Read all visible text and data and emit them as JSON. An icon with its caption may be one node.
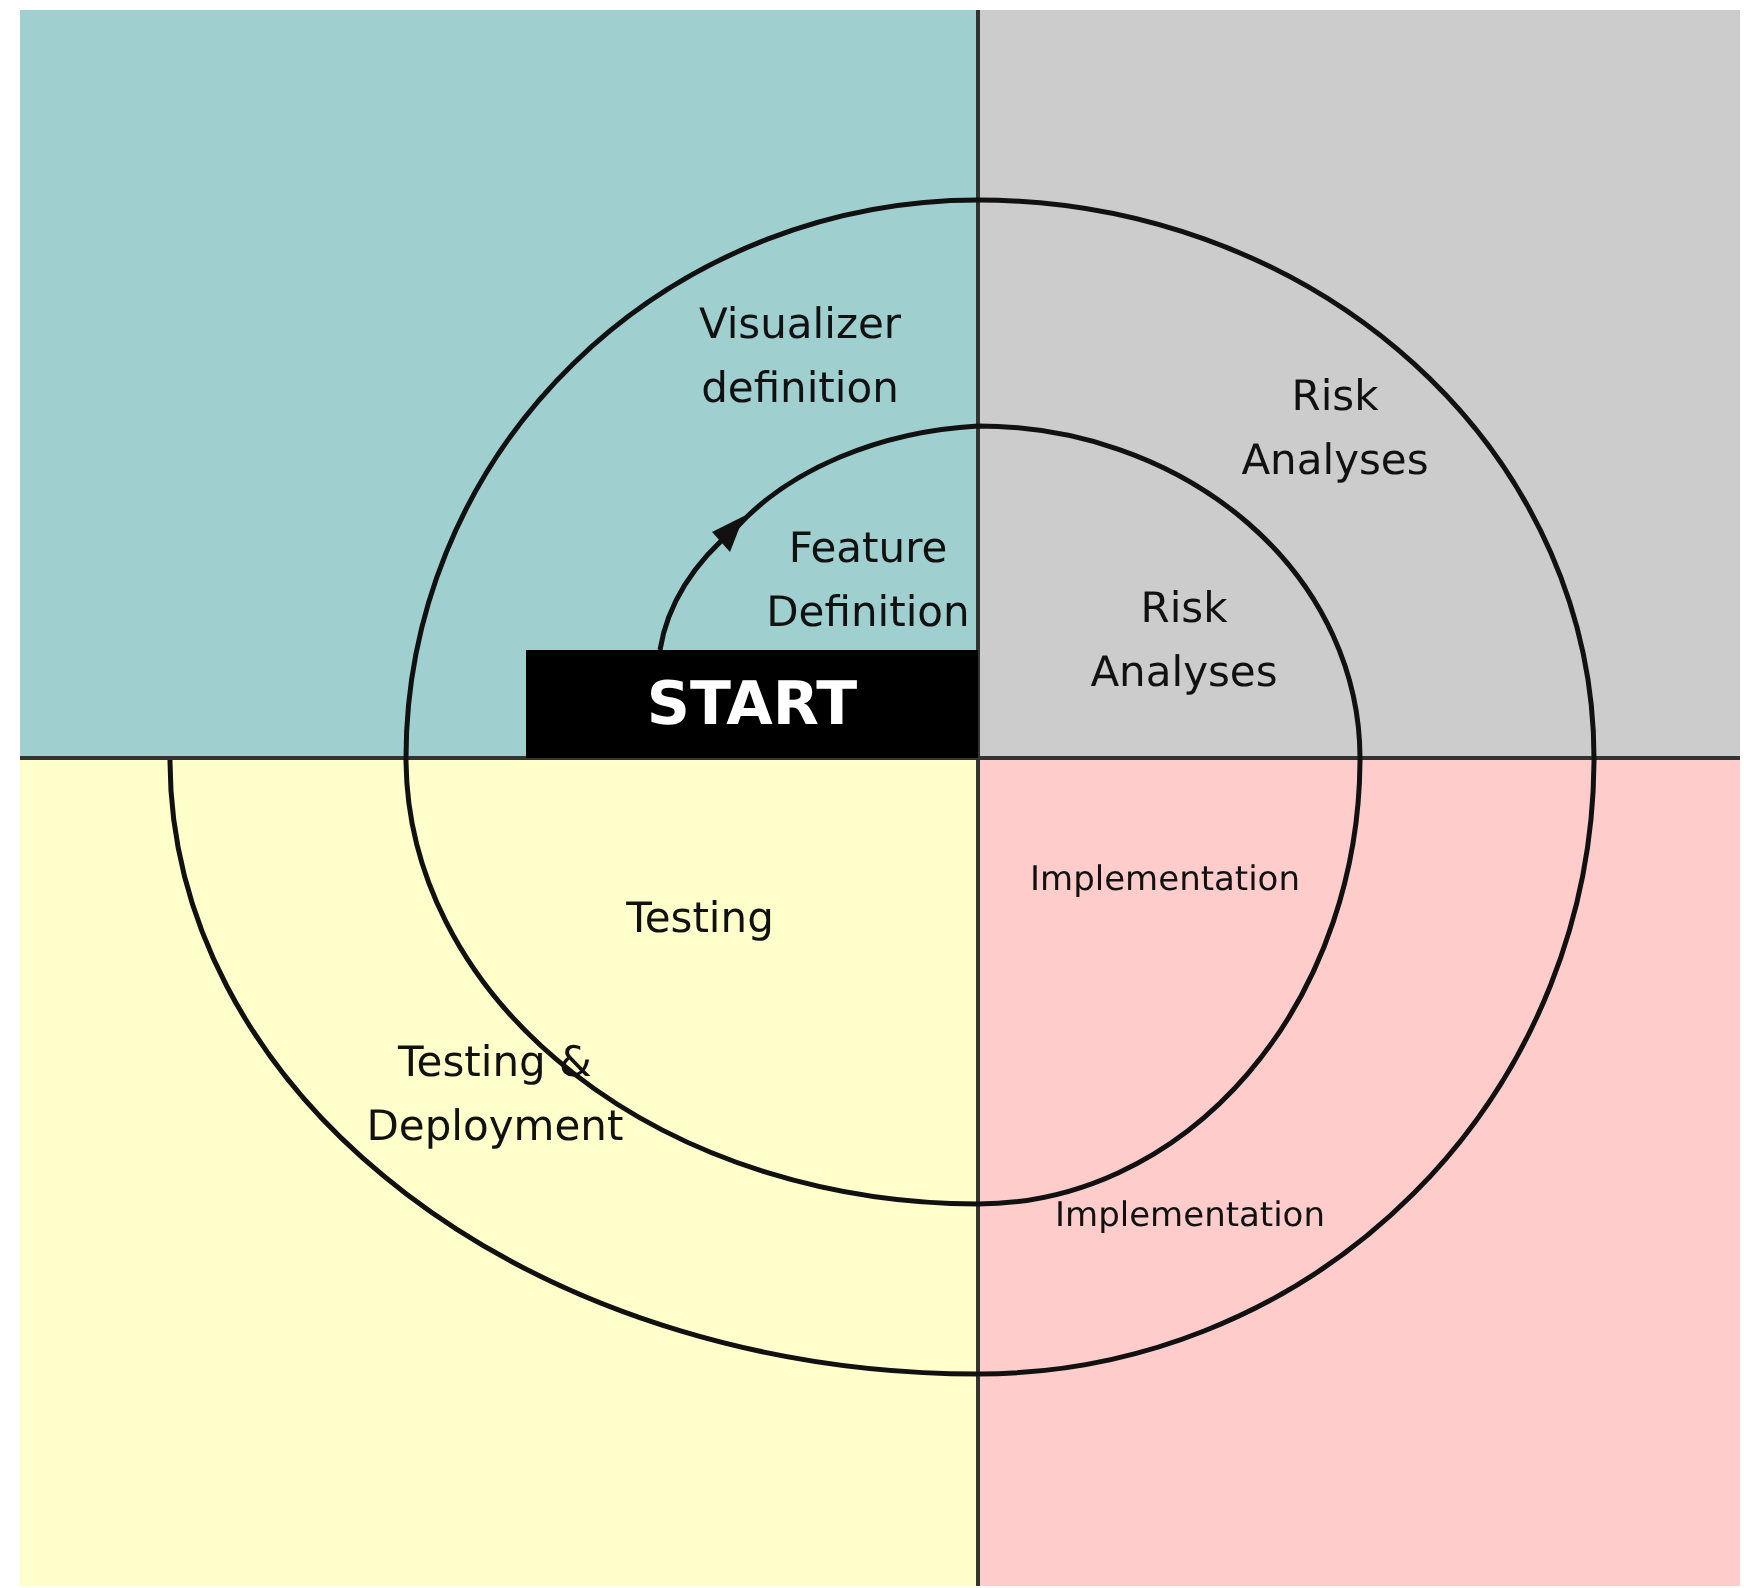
{
  "diagram": {
    "nodes": [
      {
        "text": [
          "START"
        ]
      }
    ],
    "labels": [
      "Visualizer definition",
      "Risk Analyses",
      "Feature Definition",
      "Risk Analyses",
      "Implementation",
      "Testing",
      "Testing & Deployment",
      "Implementation"
    ]
  }
}
